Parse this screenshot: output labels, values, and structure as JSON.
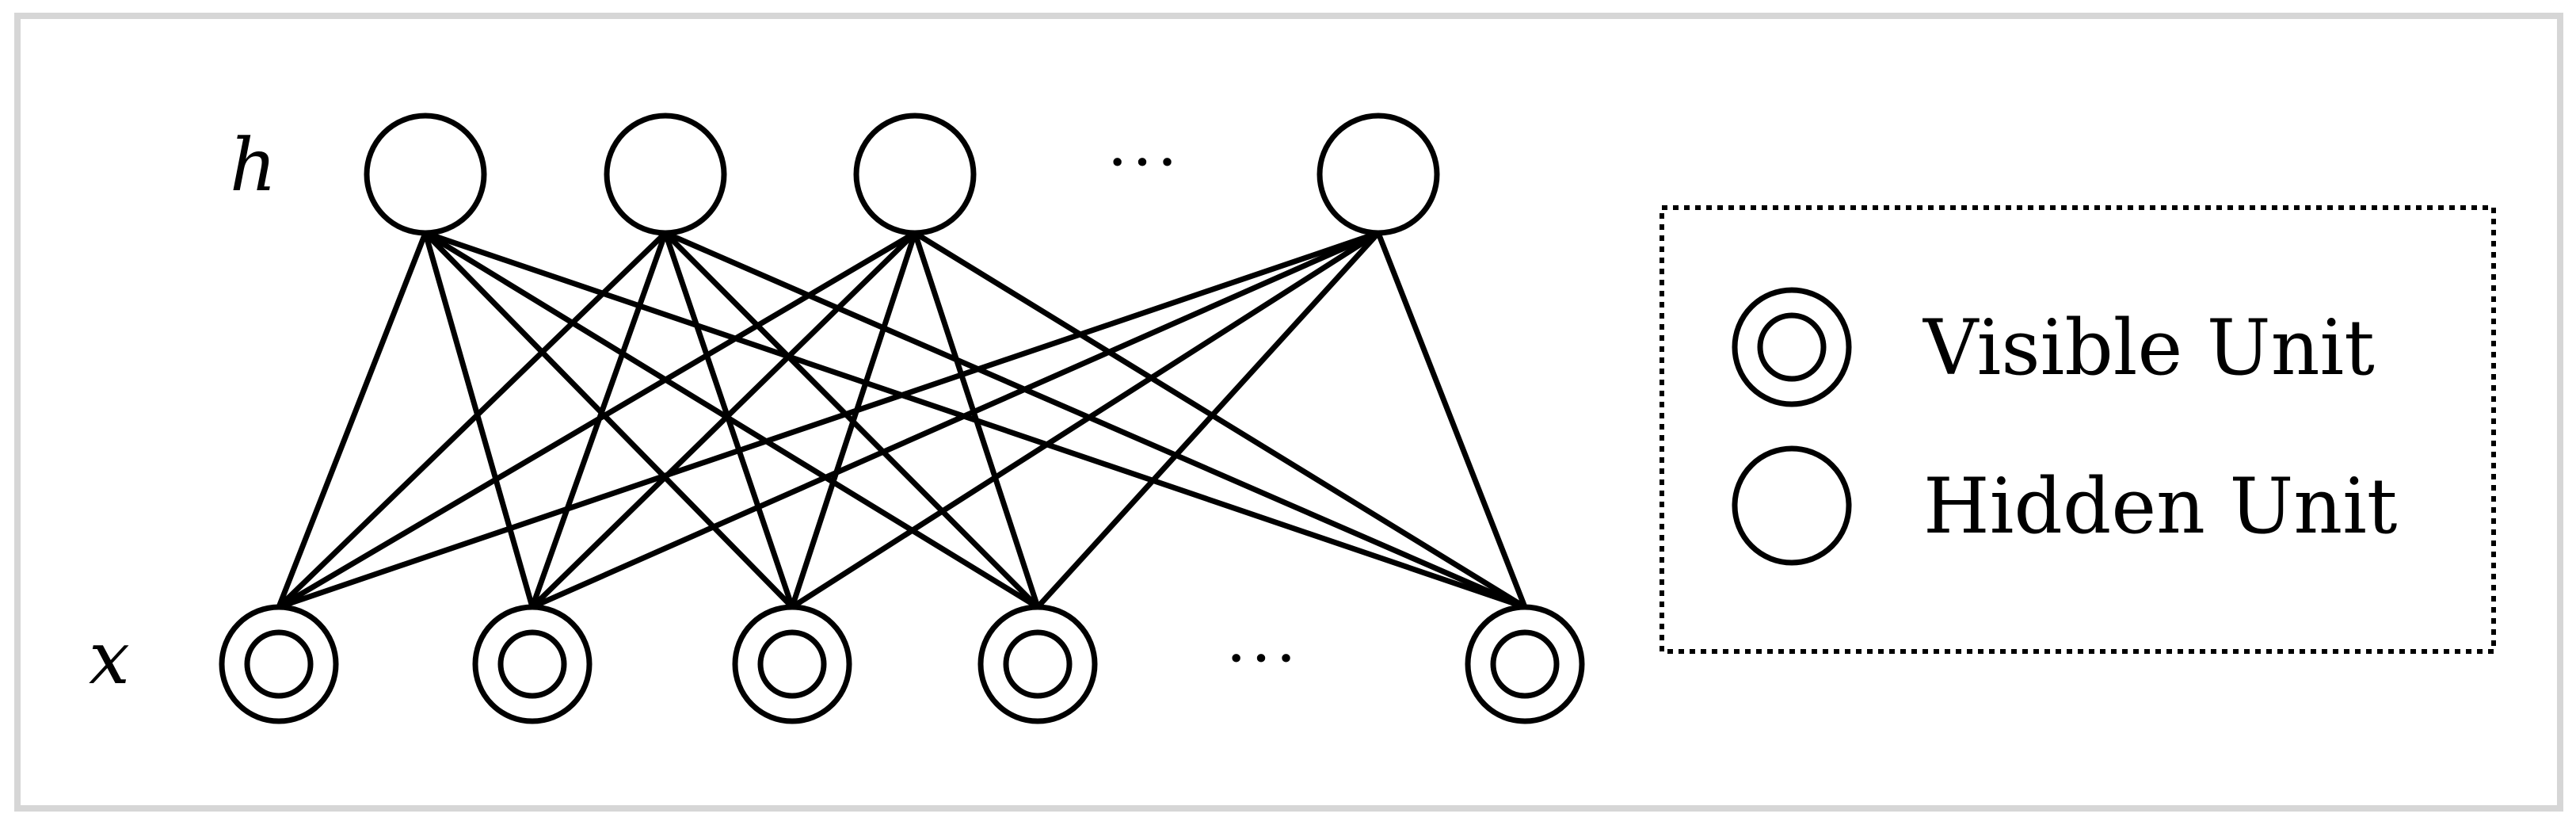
{
  "labels": {
    "hidden_layer": "h",
    "visible_layer": "x",
    "hidden_ellipsis": "···",
    "visible_ellipsis": "···"
  },
  "legend": {
    "visible": "Visible Unit",
    "hidden": "Hidden Unit"
  },
  "network": {
    "hidden_units": 4,
    "visible_units": 5,
    "connectivity": "fully-connected"
  }
}
